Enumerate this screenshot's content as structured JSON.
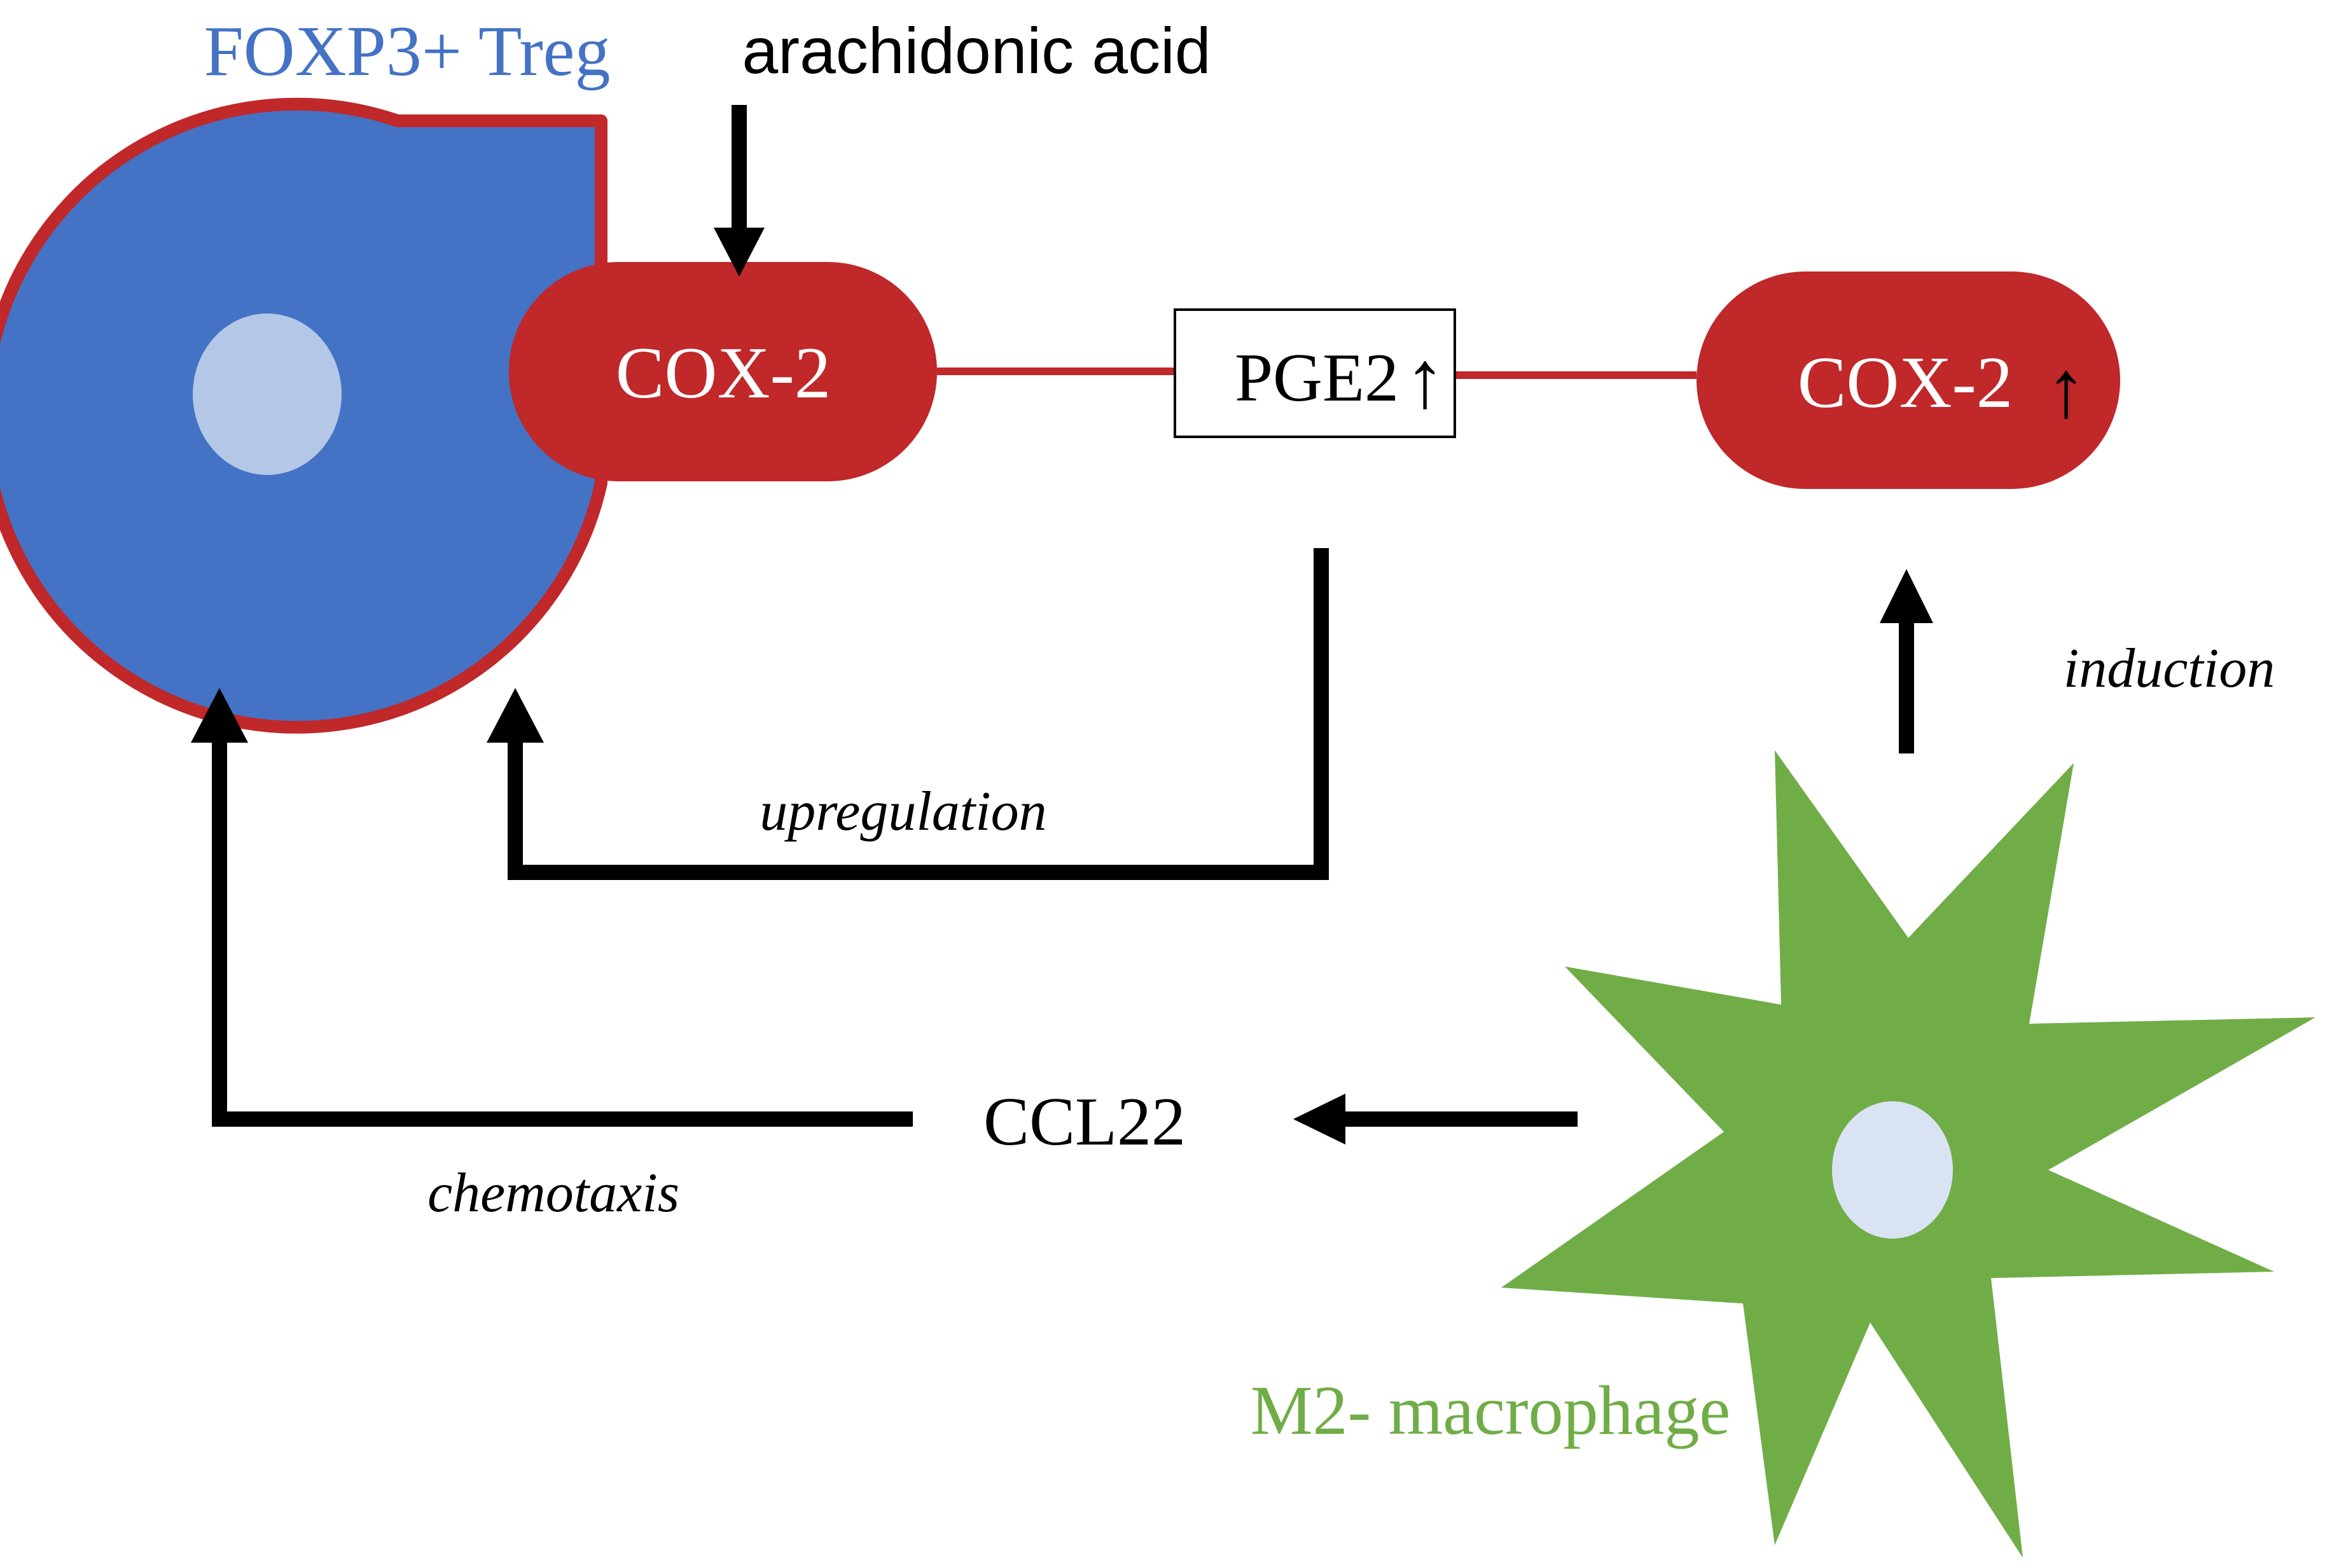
{
  "colors": {
    "treg_fill": "#4472C4",
    "treg_outline": "#C0282A",
    "treg_nucleus": "#B4C7E7",
    "cox2": "#C0282A",
    "macrophage": "#70AD47",
    "macrophage_nucleus": "#DAE3F3",
    "arrow_black": "#000000",
    "arrow_red": "#C0282A"
  },
  "labels": {
    "treg_title": "FOXP3+ Treg",
    "arachidonic_acid": "arachidonic acid",
    "cox2_treg": "COX-2",
    "pge2": "PGE2",
    "pge2_up_symbol": "↑",
    "cox2_macrophage": "COX-2",
    "cox2_up_symbol": "↑",
    "induction": "induction",
    "upregulation": "upregulation",
    "ccl22": "CCL22",
    "chemotaxis": "chemotaxis",
    "macrophage_title": "M2- macrophage"
  },
  "icons": {
    "treg_cell": "treg-cell-icon",
    "macrophage_cell": "macrophage-cell-icon"
  }
}
